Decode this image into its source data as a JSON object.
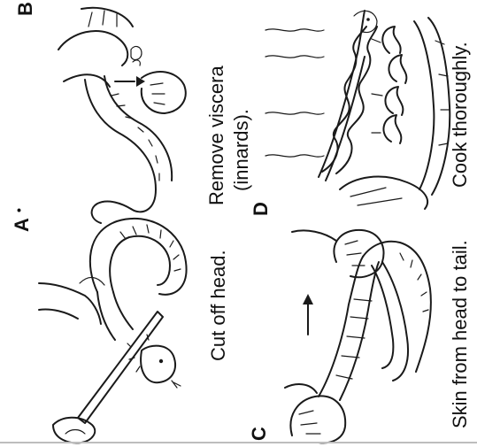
{
  "panels": [
    {
      "letter": "A",
      "caption": "Cut off head."
    },
    {
      "letter": "B",
      "caption_line1": "Remove viscera",
      "caption_line2": "(innards)."
    },
    {
      "letter": "C",
      "caption": "Skin from head to tail."
    },
    {
      "letter": "D",
      "caption": "Cook thoroughly."
    }
  ]
}
